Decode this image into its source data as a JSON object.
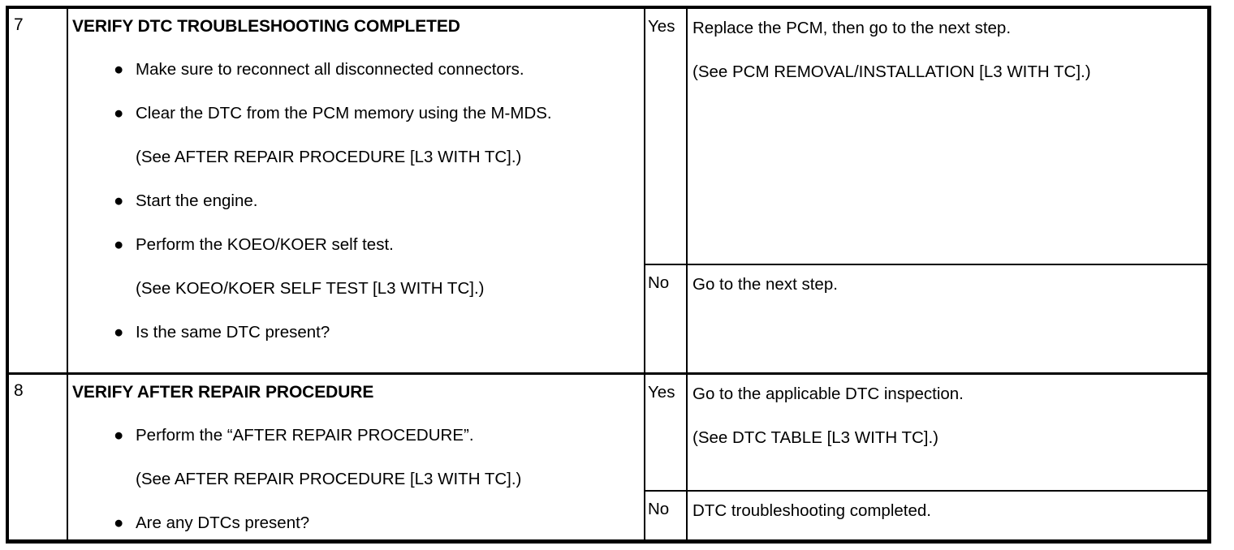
{
  "document": {
    "type": "diagnostic-troubleshooting-table",
    "bullet_glyph": "●"
  },
  "steps": [
    {
      "number": "7",
      "title": "VERIFY DTC TROUBLESHOOTING COMPLETED",
      "items": [
        {
          "bullet": true,
          "text": "Make sure to reconnect all disconnected connectors."
        },
        {
          "bullet": true,
          "text": "Clear the DTC from the PCM memory using the M-MDS."
        },
        {
          "bullet": false,
          "text": "(See AFTER REPAIR PROCEDURE [L3 WITH TC].)"
        },
        {
          "bullet": true,
          "text": "Start the engine."
        },
        {
          "bullet": true,
          "text": "Perform the KOEO/KOER self test."
        },
        {
          "bullet": false,
          "text": "(See KOEO/KOER SELF TEST [L3 WITH TC].)"
        },
        {
          "bullet": true,
          "text": "Is the same DTC present?"
        }
      ],
      "answers": [
        {
          "label": "Yes",
          "lines": [
            "Replace the PCM, then go to the next step.",
            "(See PCM REMOVAL/INSTALLATION [L3 WITH TC].)"
          ]
        },
        {
          "label": "No",
          "lines": [
            "Go to the next step."
          ]
        }
      ]
    },
    {
      "number": "8",
      "title": "VERIFY AFTER REPAIR PROCEDURE",
      "items": [
        {
          "bullet": true,
          "text": "Perform the “AFTER REPAIR PROCEDURE”."
        },
        {
          "bullet": false,
          "text": "(See AFTER REPAIR PROCEDURE [L3 WITH TC].)"
        },
        {
          "bullet": true,
          "text": "Are any DTCs present?"
        }
      ],
      "answers": [
        {
          "label": "Yes",
          "lines": [
            "Go to the applicable DTC inspection.",
            "(See DTC TABLE [L3 WITH TC].)"
          ]
        },
        {
          "label": "No",
          "lines": [
            "DTC troubleshooting completed."
          ]
        }
      ]
    }
  ]
}
